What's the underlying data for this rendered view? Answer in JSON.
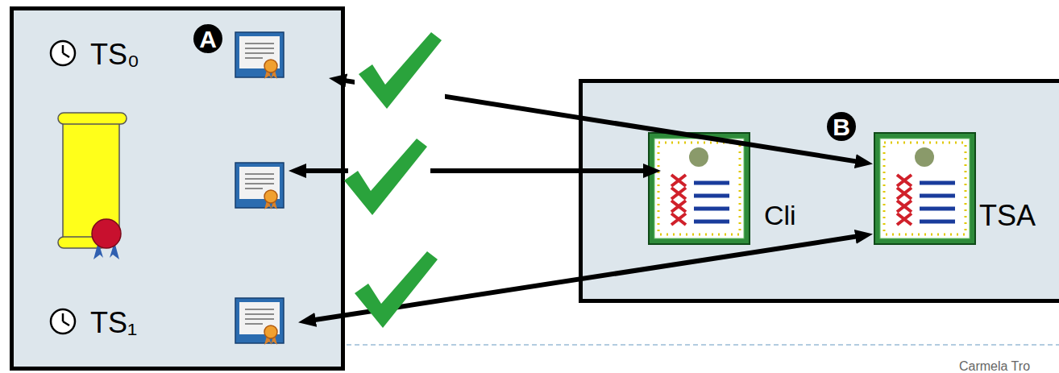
{
  "diagram": {
    "nodes": [
      {
        "text": [
          "A"
        ]
      },
      {
        "text": [
          "TS₀"
        ],
        "in": 0
      },
      {
        "text": [
          "TS₁"
        ],
        "in": 0
      },
      {
        "text": [
          "B"
        ]
      },
      {
        "text": [
          "Cli"
        ],
        "in": 3
      },
      {
        "text": [
          "TSA"
        ],
        "in": 3
      }
    ],
    "edges": [
      {
        "from": 1,
        "to": 5,
        "arrow": "both"
      },
      {
        "from": 2,
        "to": 5,
        "arrow": "both"
      }
    ],
    "labels": [
      "Carmela Tro"
    ]
  }
}
